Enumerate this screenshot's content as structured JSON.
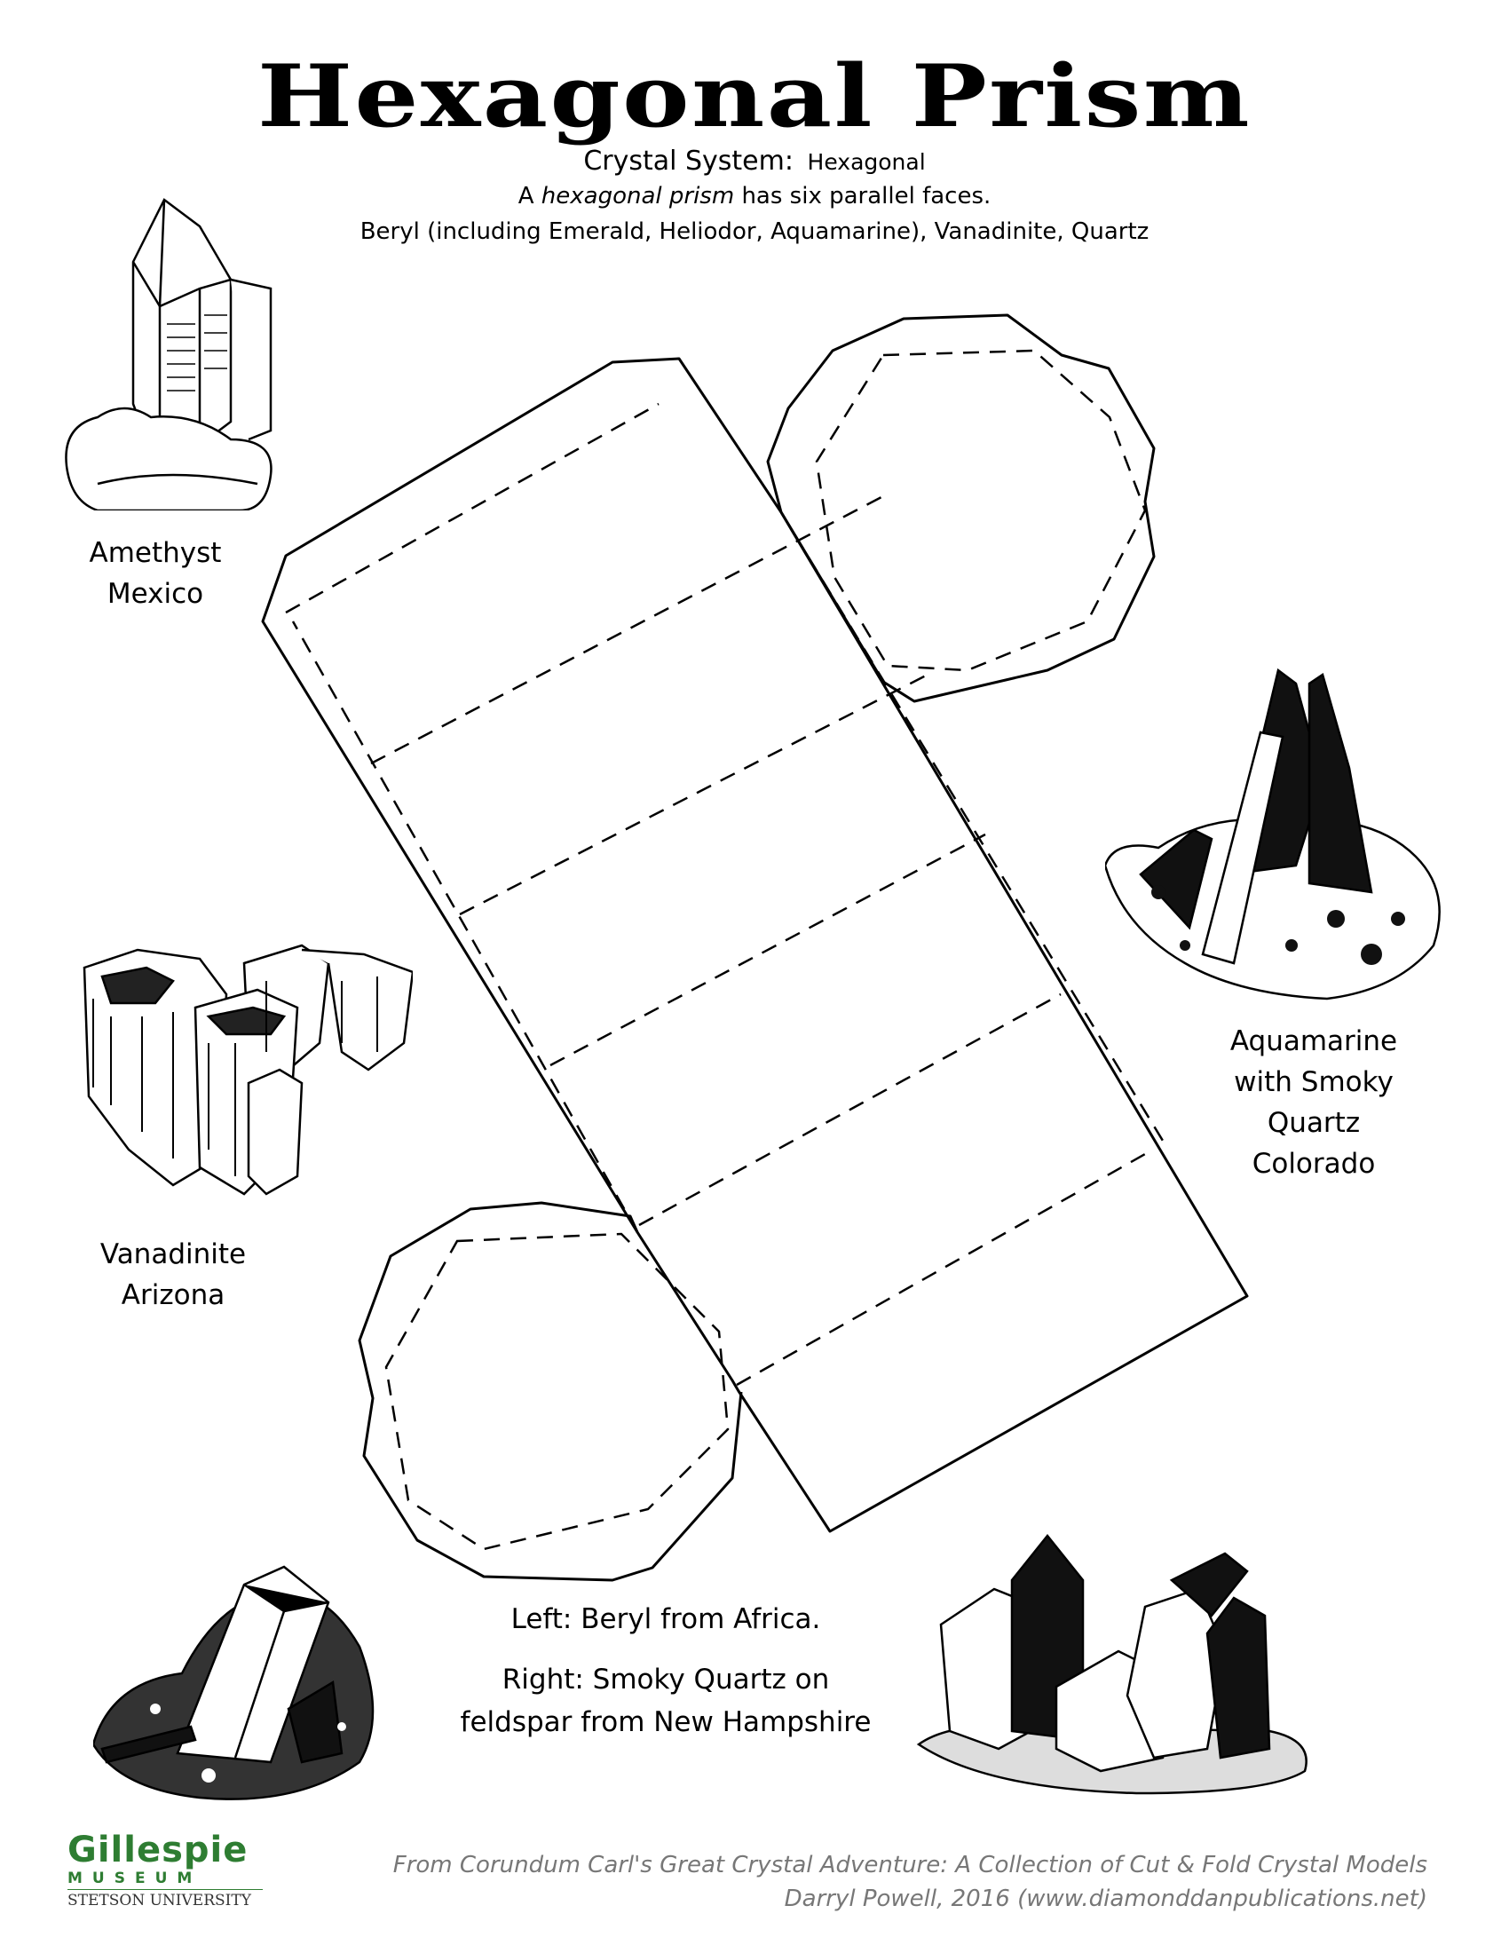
{
  "header": {
    "title": "Hexagonal Prism",
    "system_label": "Crystal System:",
    "system_value": "Hexagonal",
    "desc_prefix": "A",
    "desc_term": "hexagonal prism",
    "desc_suffix": "has six parallel faces.",
    "examples": "Beryl (including Emerald, Heliodor, Aquamarine), Vanadinite, Quartz"
  },
  "captions": {
    "amethyst": [
      "Amethyst",
      "Mexico"
    ],
    "vanadinite": [
      "Vanadinite",
      "Arizona"
    ],
    "aquamarine": [
      "Aquamarine",
      "with Smoky",
      "Quartz",
      "Colorado"
    ],
    "left": "Left:  Beryl from Africa.",
    "right_1": "Right:  Smoky Quartz on",
    "right_2": "feldspar from New Hampshire"
  },
  "logo": {
    "name": "Gillespie",
    "museum": "MUSEUM",
    "university": "STETSON UNIVERSITY"
  },
  "credit": {
    "line1": "From Corundum Carl's Great Crystal Adventure: A Collection of Cut & Fold Crystal Models",
    "line2": "Darryl Powell, 2016 (www.diamonddanpublications.net)"
  },
  "colors": {
    "logo_green": "#2e7d32",
    "credit_gray": "#777777"
  }
}
